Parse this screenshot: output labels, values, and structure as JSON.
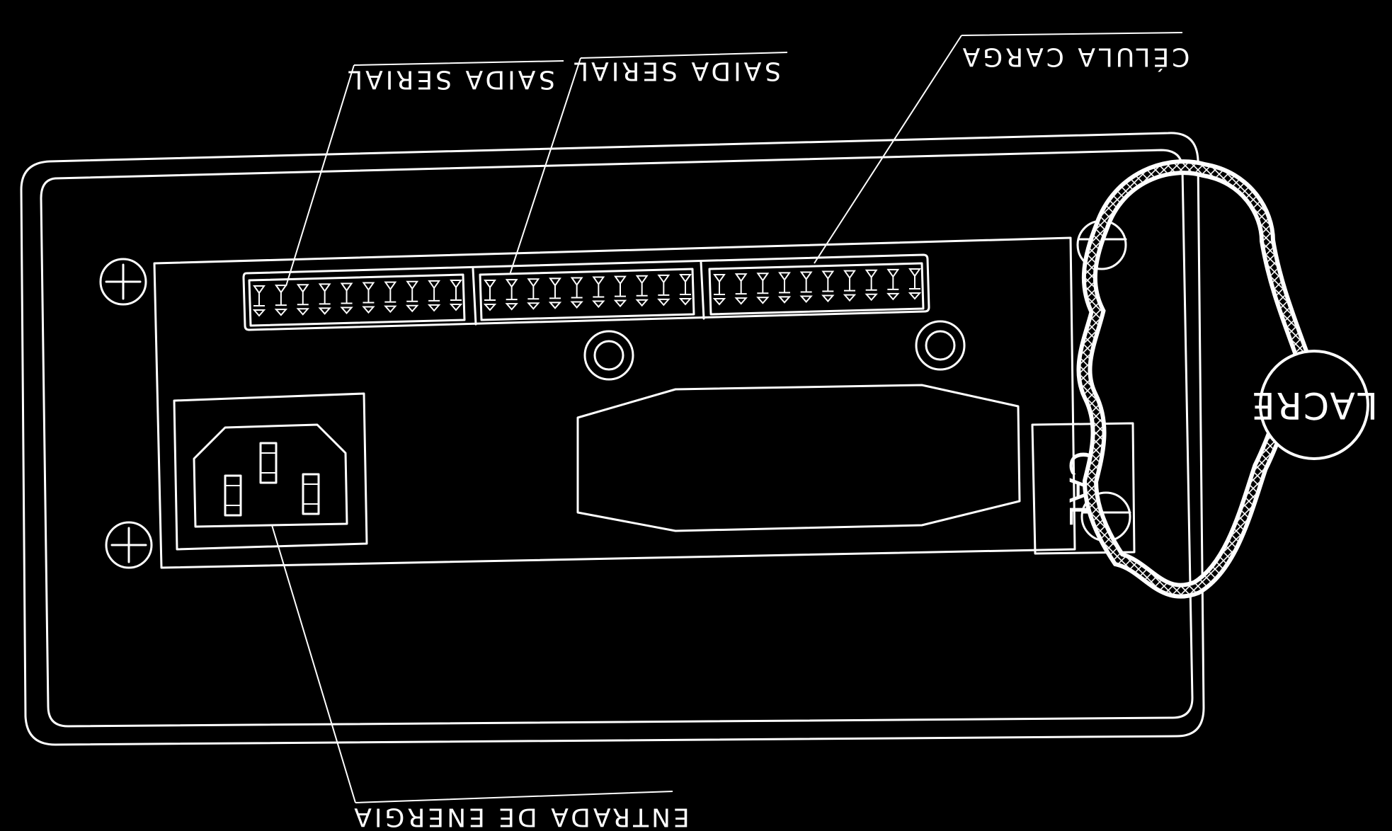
{
  "labels": {
    "serial_out_1": "SAIDA SERIAL",
    "serial_out_2": "SAIDA SERIAL",
    "load_cell": "CÉLULA CARGA",
    "power_input": "ENTRADA DE ENERGIA",
    "seal": "LACRE",
    "switch_label": "CAL"
  },
  "components": {
    "terminal_blocks": 3,
    "pins_per_block": 10,
    "mount_screws": 2,
    "power_socket_pins": 3
  },
  "icons": {
    "screw": "plus-screw-icon",
    "seal_wire": "braided-wire-icon"
  },
  "colors": {
    "background": "#000000",
    "line": "#ffffff"
  }
}
